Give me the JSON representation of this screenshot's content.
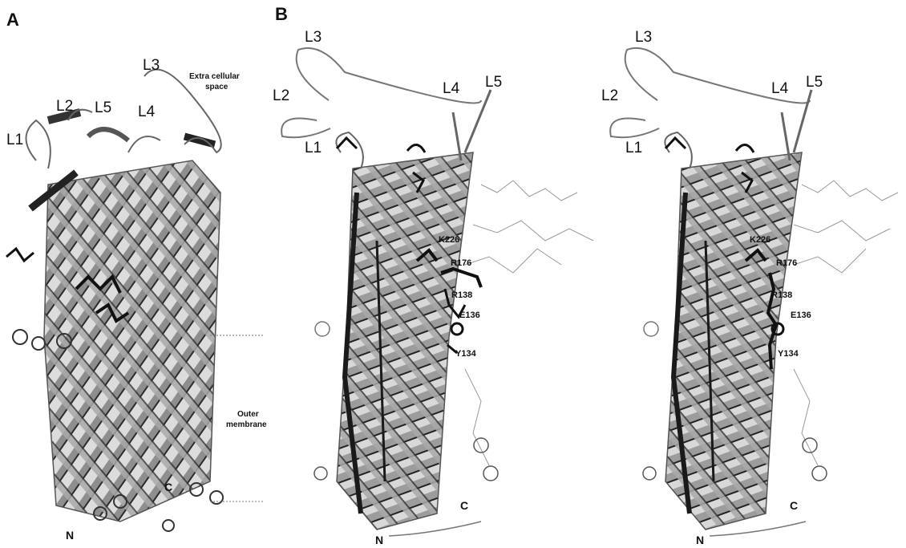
{
  "panels": {
    "a": {
      "letter": "A",
      "loops": {
        "l1": "L1",
        "l2": "L2",
        "l3": "L3",
        "l4": "L4",
        "l5": "L5"
      },
      "annotations": {
        "extracellular_1": "Extra cellular",
        "extracellular_2": "space",
        "membrane_1": "Outer",
        "membrane_2": "membrane"
      },
      "termini": {
        "n": "N",
        "c": "C"
      }
    },
    "b": {
      "letter": "B",
      "loops": {
        "l1": "L1",
        "l2": "L2",
        "l3": "L3",
        "l4": "L4",
        "l5": "L5"
      },
      "residues": {
        "k226": "K226",
        "r176": "R176",
        "r138": "R138",
        "e136": "E136",
        "y134": "Y134"
      },
      "termini": {
        "n": "N",
        "c": "C"
      }
    },
    "b_stereo": {
      "loops": {
        "l1": "L1",
        "l2": "L2",
        "l3": "L3",
        "l4": "L4",
        "l5": "L5"
      },
      "residues": {
        "k226": "K226",
        "r176": "R176",
        "r138": "R138",
        "e136": "E136",
        "y134": "Y134"
      },
      "termini": {
        "n": "N",
        "c": "C"
      }
    }
  },
  "colors": {
    "strand_dark": "#2b2b2b",
    "strand_light": "#a9a9a9",
    "ink": "#111111"
  }
}
